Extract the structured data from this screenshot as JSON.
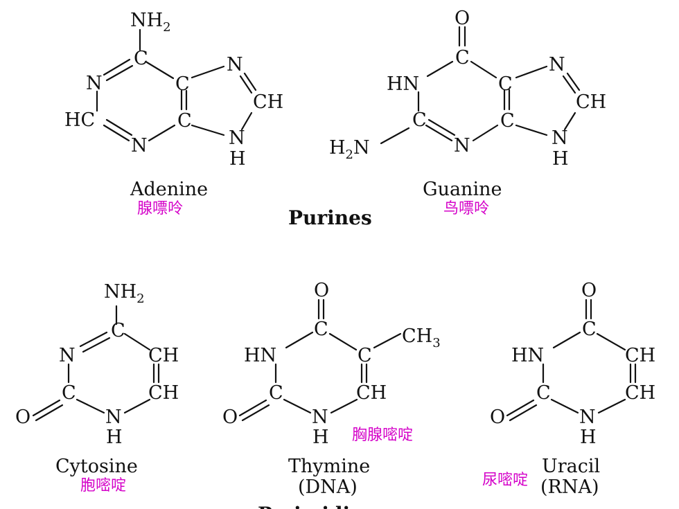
{
  "purines_heading": "Purines",
  "pyrimidines_heading": "Pyrimidines",
  "adenine": {
    "name": "Adenine",
    "cn_name": "腺嘌呤",
    "labels": {
      "nh2": "NH",
      "nh2_sub": "2",
      "c6": "C",
      "n1": "N",
      "c5": "C",
      "n7": "N",
      "c2": "HC",
      "c4": "C",
      "c8": "CH",
      "n3": "N",
      "n9": "N",
      "h9": "H"
    }
  },
  "guanine": {
    "name": "Guanine",
    "cn_name": "鸟嘌呤",
    "labels": {
      "o": "O",
      "c6": "C",
      "n1": "HN",
      "c5": "C",
      "n7": "N",
      "c2": "C",
      "c4": "C",
      "c8": "CH",
      "nh2": "H",
      "nh2_sub": "2",
      "nh2_n": "N",
      "n3": "N",
      "n9": "N",
      "h9": "H"
    }
  },
  "cytosine": {
    "name": "Cytosine",
    "cn_name": "胞嘧啶",
    "labels": {
      "nh2": "NH",
      "nh2_sub": "2",
      "c4": "C",
      "n3": "N",
      "c5": "CH",
      "c2": "C",
      "c6": "CH",
      "o": "O",
      "n1": "N",
      "h1": "H"
    }
  },
  "thymine": {
    "name": "Thymine",
    "note": "(DNA)",
    "cn_name": "胸腺嘧啶",
    "labels": {
      "o4": "O",
      "c4": "C",
      "ch3": "CH",
      "ch3_sub": "3",
      "n3": "HN",
      "c5": "C",
      "c2": "C",
      "c6": "CH",
      "o2": "O",
      "n1": "N",
      "h1": "H"
    }
  },
  "uracil": {
    "name": "Uracil",
    "note": "(RNA)",
    "cn_name": "尿嘧啶",
    "labels": {
      "o4": "O",
      "c4": "C",
      "n3": "HN",
      "c5": "CH",
      "c2": "C",
      "c6": "CH",
      "o2": "O",
      "n1": "N",
      "h1": "H"
    }
  }
}
